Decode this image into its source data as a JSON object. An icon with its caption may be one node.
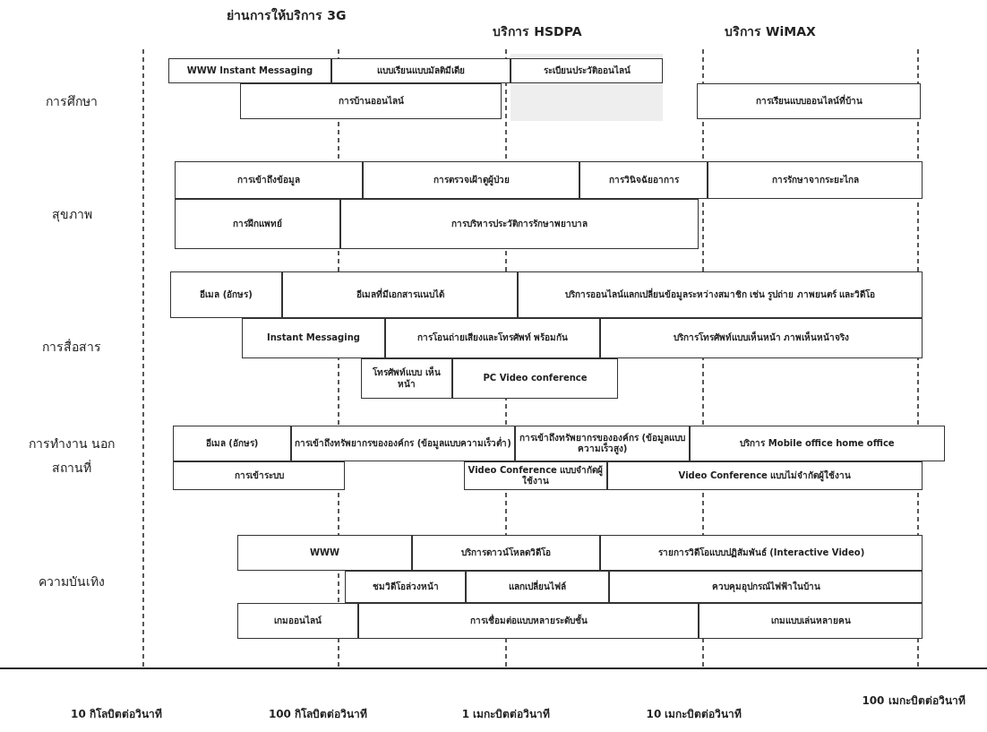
{
  "diagram": {
    "nodes": [
      {
        "text": [
          "WWW Instant Messaging"
        ]
      },
      {
        "text": [
          "แบบเรียนแบบมัลติมีเดีย"
        ]
      },
      {
        "text": [
          "ระเบียนประวัติออนไลน์"
        ]
      },
      {
        "text": [
          "การบ้านออนไลน์"
        ]
      },
      {
        "text": [
          "การเรียนแบบออนไลน์ที่บ้าน"
        ]
      },
      {
        "text": [
          "การเข้าถึงข้อมูล"
        ]
      },
      {
        "text": [
          "การตรวจเฝ้าดูผู้ป่วย"
        ]
      },
      {
        "text": [
          "การวินิจฉัยอาการ"
        ]
      },
      {
        "text": [
          "การรักษาจากระยะไกล"
        ]
      },
      {
        "text": [
          "การฝึกแพทย์"
        ]
      },
      {
        "text": [
          "การบริหารประวัติการรักษาพยาบาล"
        ]
      },
      {
        "text": [
          "อีเมล (อักษร)"
        ]
      },
      {
        "text": [
          "อีเมลที่มีเอกสารแนบได้"
        ]
      },
      {
        "text": [
          "บริการออนไลน์แลกเปลี่ยนข้อมูลระหว่างสมาชิก เช่น รูปถ่าย ภาพยนตร์ และวิดีโอ"
        ]
      },
      {
        "text": [
          "Instant Messaging"
        ]
      },
      {
        "text": [
          "การโอนถ่ายเสียงและโทรศัพท์ พร้อมกัน"
        ]
      },
      {
        "text": [
          "บริการโทรศัพท์แบบเห็นหน้า ภาพเห็นหน้าจริง"
        ]
      },
      {
        "text": [
          "โทรศัพท์แบบ เห็นหน้า"
        ]
      },
      {
        "text": [
          "PC Video conference"
        ]
      },
      {
        "text": [
          "อีเมล (อักษร)"
        ]
      },
      {
        "text": [
          "การเข้าถึงทรัพยากรขององค์กร (ข้อมูลแบบความเร็วต่ำ)"
        ]
      },
      {
        "text": [
          "การเข้าถึงทรัพยากรขององค์กร (ข้อมูลแบบความเร็วสูง)"
        ]
      },
      {
        "text": [
          "บริการ Mobile office home office"
        ]
      },
      {
        "text": [
          "การเข้าระบบ"
        ]
      },
      {
        "text": [
          "Video Conference แบบจำกัดผู้ใช้งาน"
        ]
      },
      {
        "text": [
          "Video Conference แบบไม่จำกัดผู้ใช้งาน"
        ]
      },
      {
        "text": [
          "WWW"
        ]
      },
      {
        "text": [
          "บริการดาวน์โหลดวิดีโอ"
        ]
      },
      {
        "text": [
          "รายการวิดีโอแบบปฏิสัมพันธ์ (Interactive Video)"
        ]
      },
      {
        "text": [
          "ชมวิดีโอล่วงหน้า"
        ]
      },
      {
        "text": [
          "แลกเปลี่ยนไฟล์"
        ]
      },
      {
        "text": [
          "ควบคุมอุปกรณ์ไฟฟ้าในบ้าน"
        ]
      },
      {
        "text": [
          "เกมออนไลน์"
        ]
      },
      {
        "text": [
          "การเชื่อมต่อแบบหลายระดับชั้น"
        ]
      },
      {
        "text": [
          "เกมแบบเล่นหลายคน"
        ]
      }
    ],
    "labels": [
      "ย่านการให้บริการ 3G",
      "บริการ HSDPA",
      "บริการ WiMAX",
      "การศึกษา",
      "สุขภาพ",
      "การสื่อสาร",
      "การทำงาน นอกสถานที่",
      "ความบันเทิง",
      "10 กิโลบิตต่อวินาที",
      "100 กิโลบิตต่อวินาที",
      "1 เมกะบิตต่อวินาที",
      "10 เมกะบิตต่อวินาที",
      "100 เมกะบิตต่อวินาที"
    ]
  }
}
